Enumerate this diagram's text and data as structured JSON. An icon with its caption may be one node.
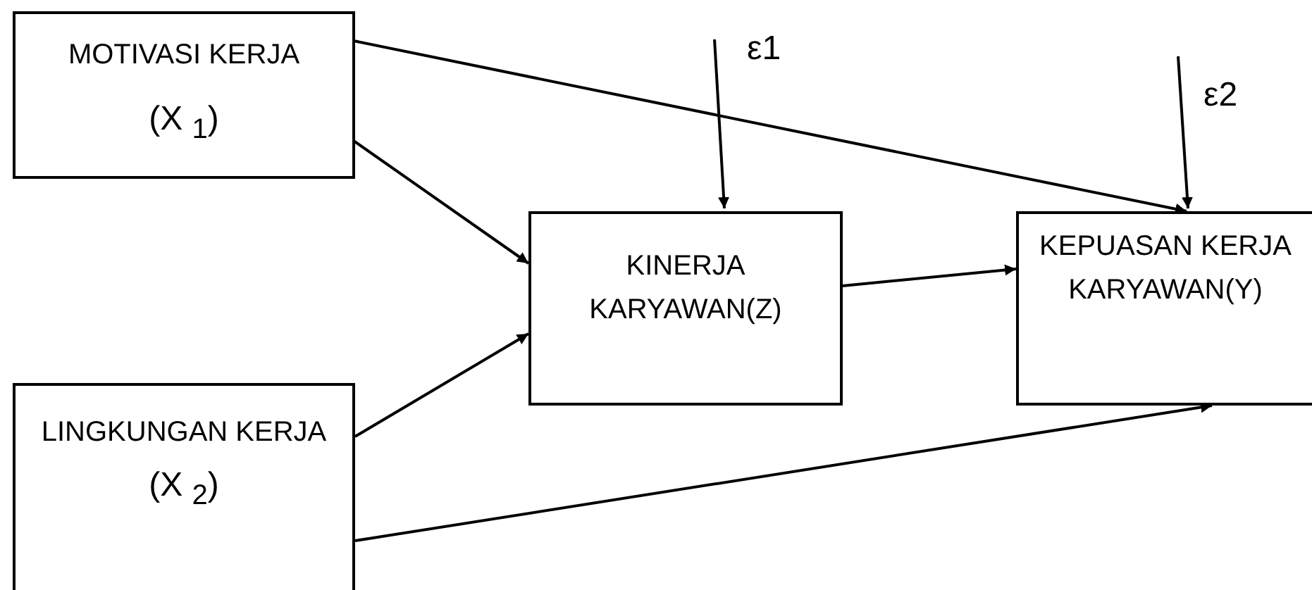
{
  "diagram": {
    "nodes": [
      {
        "text": [
          "MOTIVASI KERJA",
          "(X $_{1}$)"
        ]
      },
      {
        "text": [
          "LINGKUNGAN KERJA",
          "(X $_{2}$)"
        ]
      },
      {
        "text": [
          "KINERJA KARYAWAN(Z)"
        ]
      },
      {
        "text": [
          "KEPUASAN KERJA KARYAWAN(Y)"
        ]
      }
    ],
    "edges": [
      {
        "from": 0,
        "to": 3,
        "arrow": "to"
      },
      {
        "from": 0,
        "to": 2,
        "arrow": "to"
      },
      {
        "from": 1,
        "to": 2,
        "arrow": "to"
      },
      {
        "from": 1,
        "to": 3,
        "arrow": "to"
      },
      {
        "from": 2,
        "to": 3,
        "arrow": "to"
      },
      {
        "from": null,
        "to": 2,
        "arrow": "to",
        "label": "ε1"
      },
      {
        "from": null,
        "to": 3,
        "arrow": "to",
        "label": "ε2"
      }
    ]
  }
}
